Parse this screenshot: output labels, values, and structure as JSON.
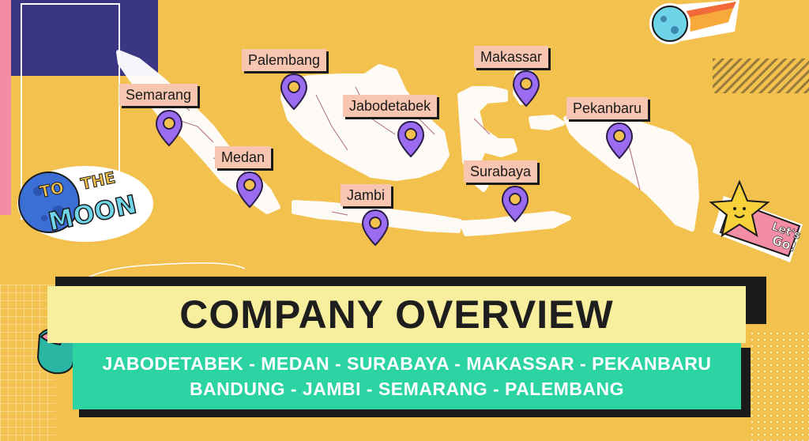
{
  "title": "COMPANY OVERVIEW",
  "subtitle_line1": "JABODETABEK - MEDAN - SURABAYA - MAKASSAR - PEKANBARU",
  "subtitle_line2": "BANDUNG - JAMBI - SEMARANG - PALEMBANG",
  "locations": {
    "palembang": "Palembang",
    "semarang": "Semarang",
    "medan": "Medan",
    "jambi": "Jambi",
    "jabodetabek": "Jabodetabek",
    "makassar": "Makassar",
    "surabaya": "Surabaya",
    "pekanbaru": "Pekanbaru"
  },
  "stickers": {
    "to_the_moon": "TO THE MOON",
    "lets_go": "Let's Go!"
  },
  "colors": {
    "background": "#f2c14e",
    "navy": "#3b3683",
    "pink": "#f28da5",
    "label": "#f7c5b0",
    "pin": "#9b6cf0",
    "title_box": "#f7ee9e",
    "subtitle_box": "#2cd3a3"
  },
  "icons": {
    "pin": "location-pin-icon",
    "moon": "moon-sticker-icon",
    "meteor": "meteor-icon",
    "star": "star-sticker-icon",
    "mouse": "computer-mouse-icon"
  }
}
